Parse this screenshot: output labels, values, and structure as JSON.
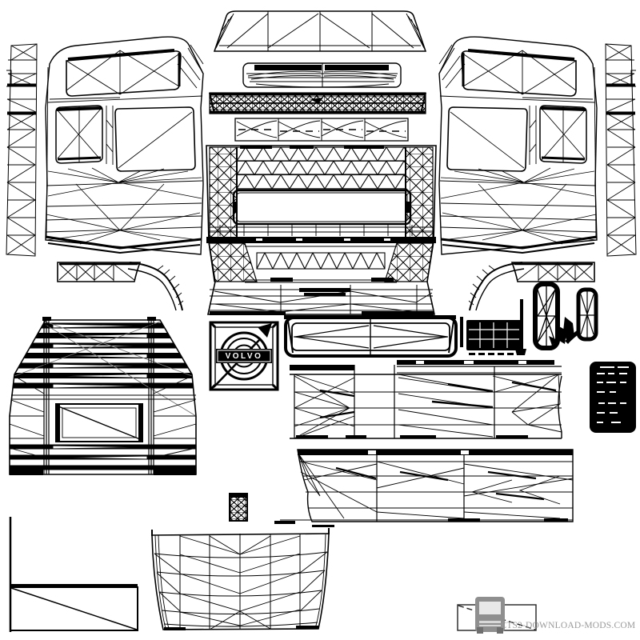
{
  "canvas": {
    "background": "#ffffff",
    "line_color": "#000000"
  },
  "logo": {
    "brand_text": "VOLVO",
    "banner_bg": "#000000",
    "text_color": "#ffffff"
  },
  "watermark": {
    "text": "ETS2-DOWNLOAD-MODS.COM",
    "color": "#9a9a9a",
    "icon": "truck-icon"
  },
  "parts": [
    "roof-deflector",
    "sun-visor",
    "front-grille-mesh",
    "wiper-panel",
    "cab-front",
    "cab-side-left",
    "cab-side-right",
    "pillar-strip-left",
    "pillar-strip-right",
    "wheel-arch-left",
    "wheel-arch-right",
    "cab-rear-panel",
    "volvo-logo-plate",
    "headlight-frame",
    "step-grille",
    "mirror-large",
    "mirror-small",
    "vent-block",
    "side-skirt-upper",
    "side-skirt-lower",
    "small-hatch",
    "corner-guide",
    "windshield-glass",
    "watermark-plate"
  ]
}
